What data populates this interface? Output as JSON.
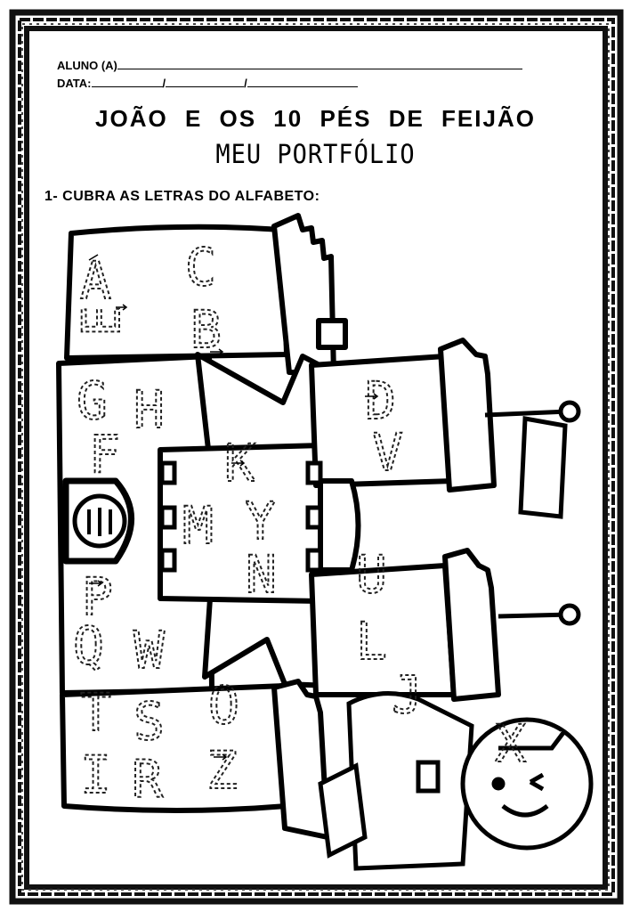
{
  "worksheet": {
    "student_label": "ALUNO (A)",
    "date_label": "DATA:",
    "date_separator": "/",
    "title": "JOÃO  E  OS  10  PÉS  DE  FEIJÃO",
    "subtitle": "MEU PORTFÓLIO",
    "instruction": "1- CUBRA AS LETRAS DO ALFABETO:"
  },
  "alphabet_letters": [
    "A",
    "B",
    "C",
    "D",
    "E",
    "F",
    "G",
    "H",
    "I",
    "J",
    "K",
    "L",
    "M",
    "N",
    "O",
    "P",
    "Q",
    "R",
    "S",
    "T",
    "U",
    "V",
    "W",
    "X",
    "Y",
    "Z"
  ],
  "icons": [
    "castle-drawing",
    "flag-icon",
    "boy-character",
    "frame-border"
  ],
  "colors": {
    "ink": "#000000",
    "paper": "#ffffff"
  }
}
